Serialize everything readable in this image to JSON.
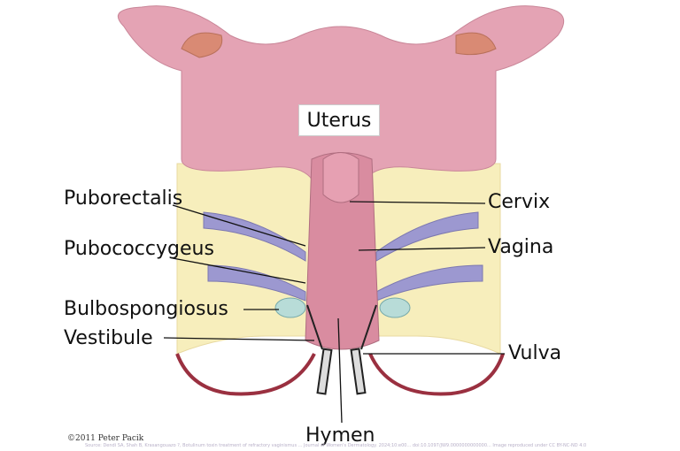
{
  "labels": {
    "uterus": "Uterus",
    "puborectalis": "Puborectalis",
    "pubococcygeus": "Pubococcygeus",
    "bulbospongiosus": "Bulbospongiosus",
    "vestibule": "Vestibule",
    "cervix": "Cervix",
    "vagina": "Vagina",
    "vulva": "Vulva",
    "hymen": "Hymen"
  },
  "copyright": "©2011 Peter Pacik",
  "source": "Source: Dendi SA, Shah B, Krasangouazo ?, Botulinum toxin treatment of refractory vaginismus ... Journal of Women's Dermatology. 2024;10:e00... doi:10.1097/JW9.0000000000000... Image reproduced under CC BY-NC-ND 4.0",
  "colors": {
    "uterus": "#e4a3b4",
    "pelvic_floor": "#f7eebc",
    "muscle": "#9c98d0",
    "vagina": "#d98ca0"
  }
}
